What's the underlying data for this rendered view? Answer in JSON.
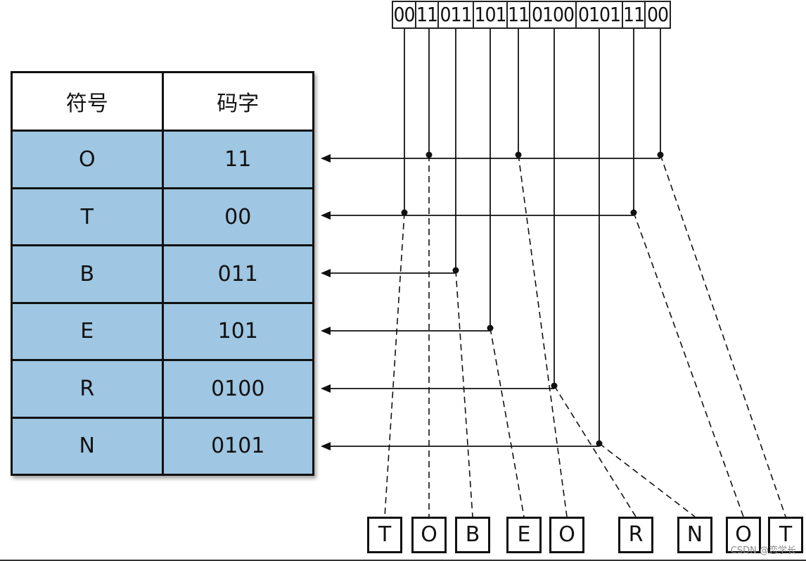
{
  "table": {
    "headers": [
      "符号",
      "码字"
    ],
    "rows": [
      {
        "symbol": "O",
        "code": "11"
      },
      {
        "symbol": "T",
        "code": "00"
      },
      {
        "symbol": "B",
        "code": "011"
      },
      {
        "symbol": "E",
        "code": "101"
      },
      {
        "symbol": "R",
        "code": "0100"
      },
      {
        "symbol": "N",
        "code": "0101"
      }
    ]
  },
  "bitstream": [
    "00",
    "11",
    "011",
    "101",
    "11",
    "0100",
    "0101",
    "11",
    "00"
  ],
  "decoded": [
    "T",
    "O",
    "B",
    "E",
    "O",
    "R",
    "N",
    "O",
    "T"
  ],
  "watermark": "CSDN @恋学长"
}
